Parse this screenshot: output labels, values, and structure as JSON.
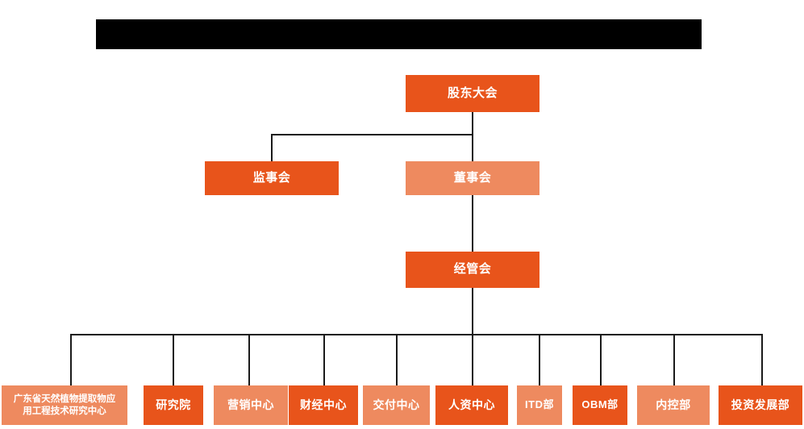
{
  "diagram": {
    "title_bar": {
      "name": "redacted-title-bar",
      "text": ""
    },
    "type": "organization-chart",
    "colors": {
      "primary_dark_orange": "#E8541B",
      "secondary_light_orange": "#EE8A5F",
      "connector_line": "#1a1a1a",
      "node_text": "#ffffff",
      "background": "#ffffff",
      "redaction": "#000000"
    },
    "nodes": {
      "shareholders_meeting": {
        "label": "股东大会",
        "tone": "dark"
      },
      "board_of_supervisors": {
        "label": "监事会",
        "tone": "dark"
      },
      "board_of_directors": {
        "label": "董事会",
        "tone": "light"
      },
      "management_committee": {
        "label": "经管会",
        "tone": "dark"
      }
    },
    "departments": [
      {
        "id": "research-center",
        "label": "广东省天然植物提取物应用工程技术研究中心",
        "line1": "广东省天然植物提取物应",
        "line2": "用工程技术研究中心",
        "tone": "light"
      },
      {
        "id": "research-institute",
        "label": "研究院",
        "tone": "dark"
      },
      {
        "id": "marketing-center",
        "label": "营销中心",
        "tone": "light"
      },
      {
        "id": "finance-center",
        "label": "财经中心",
        "tone": "dark"
      },
      {
        "id": "delivery-center",
        "label": "交付中心",
        "tone": "light"
      },
      {
        "id": "human-resources-center",
        "label": "人资中心",
        "tone": "dark"
      },
      {
        "id": "itd-department",
        "label": "ITD部",
        "tone": "light"
      },
      {
        "id": "obm-department",
        "label": "OBM部",
        "tone": "dark"
      },
      {
        "id": "internal-control-dept",
        "label": "内控部",
        "tone": "light"
      },
      {
        "id": "investment-dev-dept",
        "label": "投资发展部",
        "tone": "dark"
      }
    ]
  }
}
